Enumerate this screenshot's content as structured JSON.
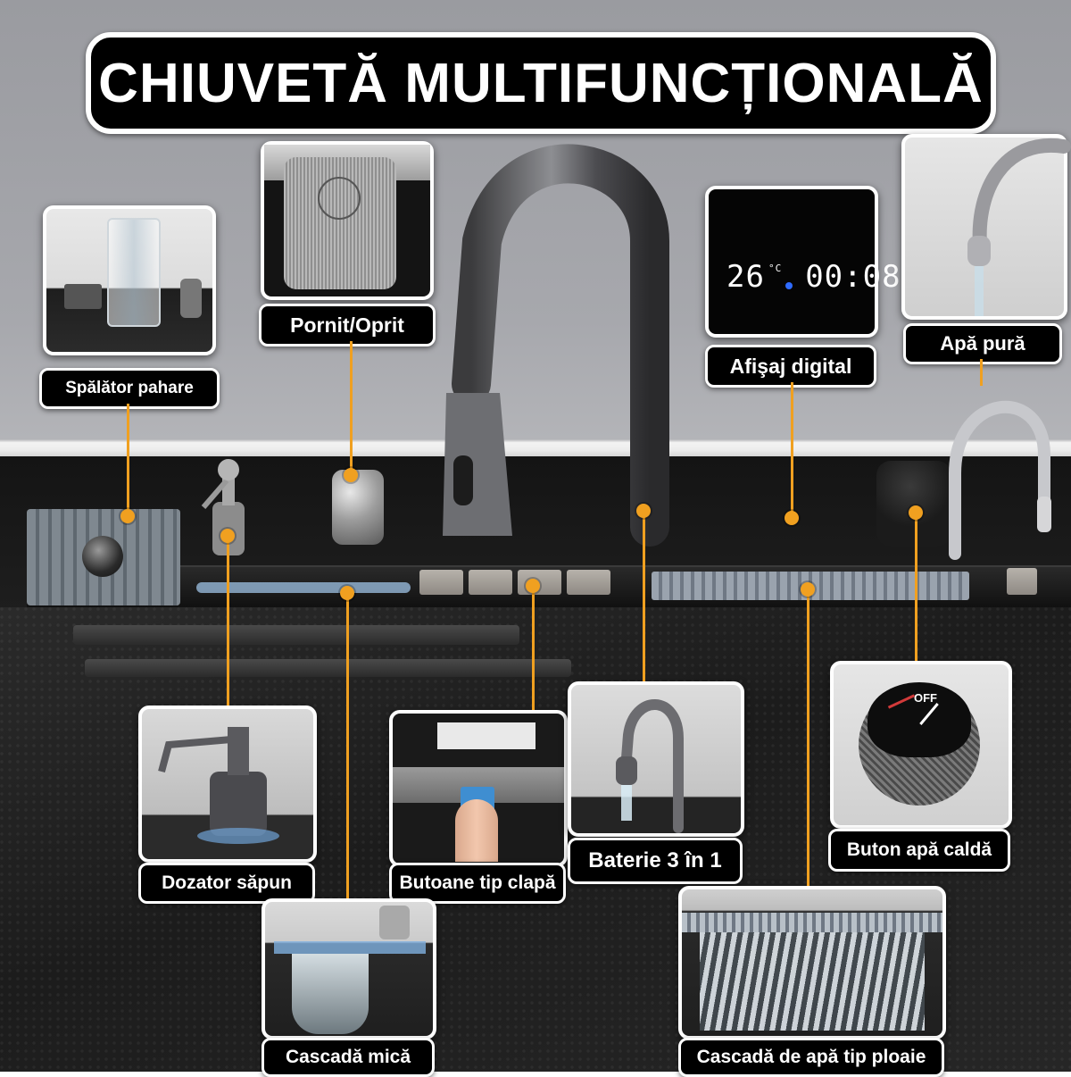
{
  "title": "CHIUVETĂ MULTIFUNCȚIONALĂ",
  "display": {
    "temperature": "26",
    "unit": "°C",
    "time": "00:08"
  },
  "labels": {
    "glass_rinser": "Spălător pahare",
    "on_off": "Pornit/Oprit",
    "digital_display": "Afişaj digital",
    "pure_water": "Apă pură",
    "soap_dispenser": "Dozator săpun",
    "flap_buttons": "Butoane tip clapă",
    "faucet_3in1": "Baterie 3 în 1",
    "hot_water_button": "Buton apă caldă",
    "small_waterfall": "Cascadă mică",
    "rain_waterfall": "Cascadă de apă tip ploaie"
  },
  "knob_text": {
    "off": "OFF"
  },
  "colors": {
    "accent_line": "#f0a020",
    "pill_bg": "#000000",
    "pill_text": "#ffffff",
    "display_digits": "#ffffff",
    "display_dot": "#2f6bff"
  },
  "icons": [
    "glass-rinser-icon",
    "power-knob-icon",
    "faucet-icon",
    "soap-pump-icon",
    "thermostat-knob-icon",
    "waterfall-icon"
  ]
}
